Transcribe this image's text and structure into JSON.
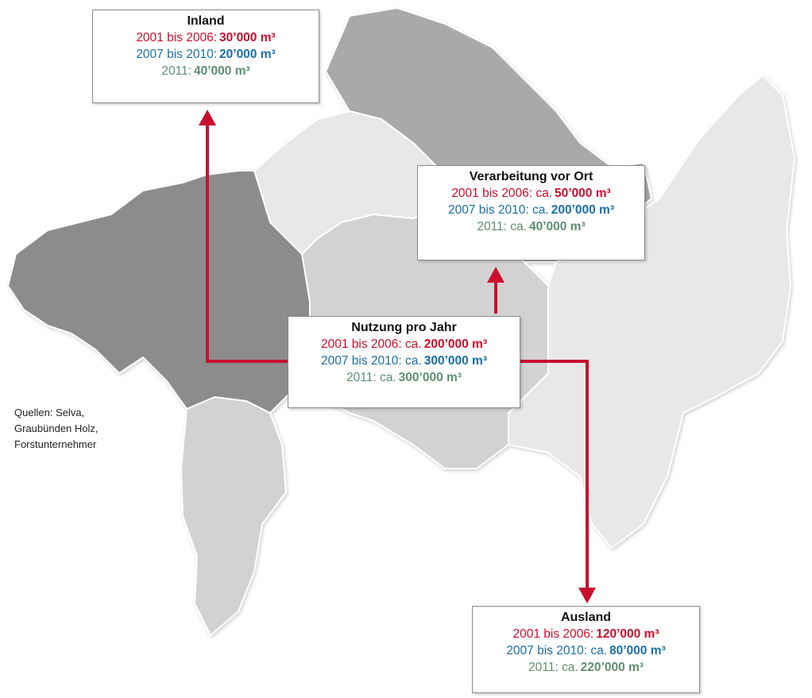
{
  "colors": {
    "line_2006": "#c8102e",
    "line_2010": "#1a6fa8",
    "line_2011": "#5e8f72",
    "arrow": "#c8102e",
    "region_dark": "#8c8c8c",
    "region_medium": "#a9a9a9",
    "region_light": "#d2d2d2",
    "region_lightest": "#e8e8e8"
  },
  "boxes": {
    "inland": {
      "title": "Inland",
      "rows": [
        {
          "label": "2001 bis 2006:",
          "value": "30’000 m³"
        },
        {
          "label": "2007 bis 2010:",
          "value": "20’000 m³"
        },
        {
          "label": "2011:",
          "value": "40’000 m³"
        }
      ]
    },
    "verarbeitung": {
      "title": "Verarbeitung vor Ort",
      "rows": [
        {
          "label": "2001 bis 2006: ca.",
          "value": "50’000 m³"
        },
        {
          "label": "2007 bis 2010: ca.",
          "value": "200’000 m³"
        },
        {
          "label": "2011: ca.",
          "value": "40’000 m³"
        }
      ]
    },
    "nutzung": {
      "title": "Nutzung pro Jahr",
      "rows": [
        {
          "label": "2001 bis 2006: ca.",
          "value": "200’000 m³"
        },
        {
          "label": "2007 bis 2010: ca.",
          "value": "300’000 m³"
        },
        {
          "label": "2011: ca.",
          "value": "300’000 m³"
        }
      ]
    },
    "ausland": {
      "title": "Ausland",
      "rows": [
        {
          "label": "2001 bis 2006:",
          "value": "120’000 m³"
        },
        {
          "label": "2007 bis 2010: ca.",
          "value": "80’000 m³"
        },
        {
          "label": "2011: ca.",
          "value": "220’000 m³"
        }
      ]
    }
  },
  "source": {
    "lines": [
      "Quellen: Selva,",
      "Graubünden Holz,",
      "Forstunternehmer"
    ]
  }
}
